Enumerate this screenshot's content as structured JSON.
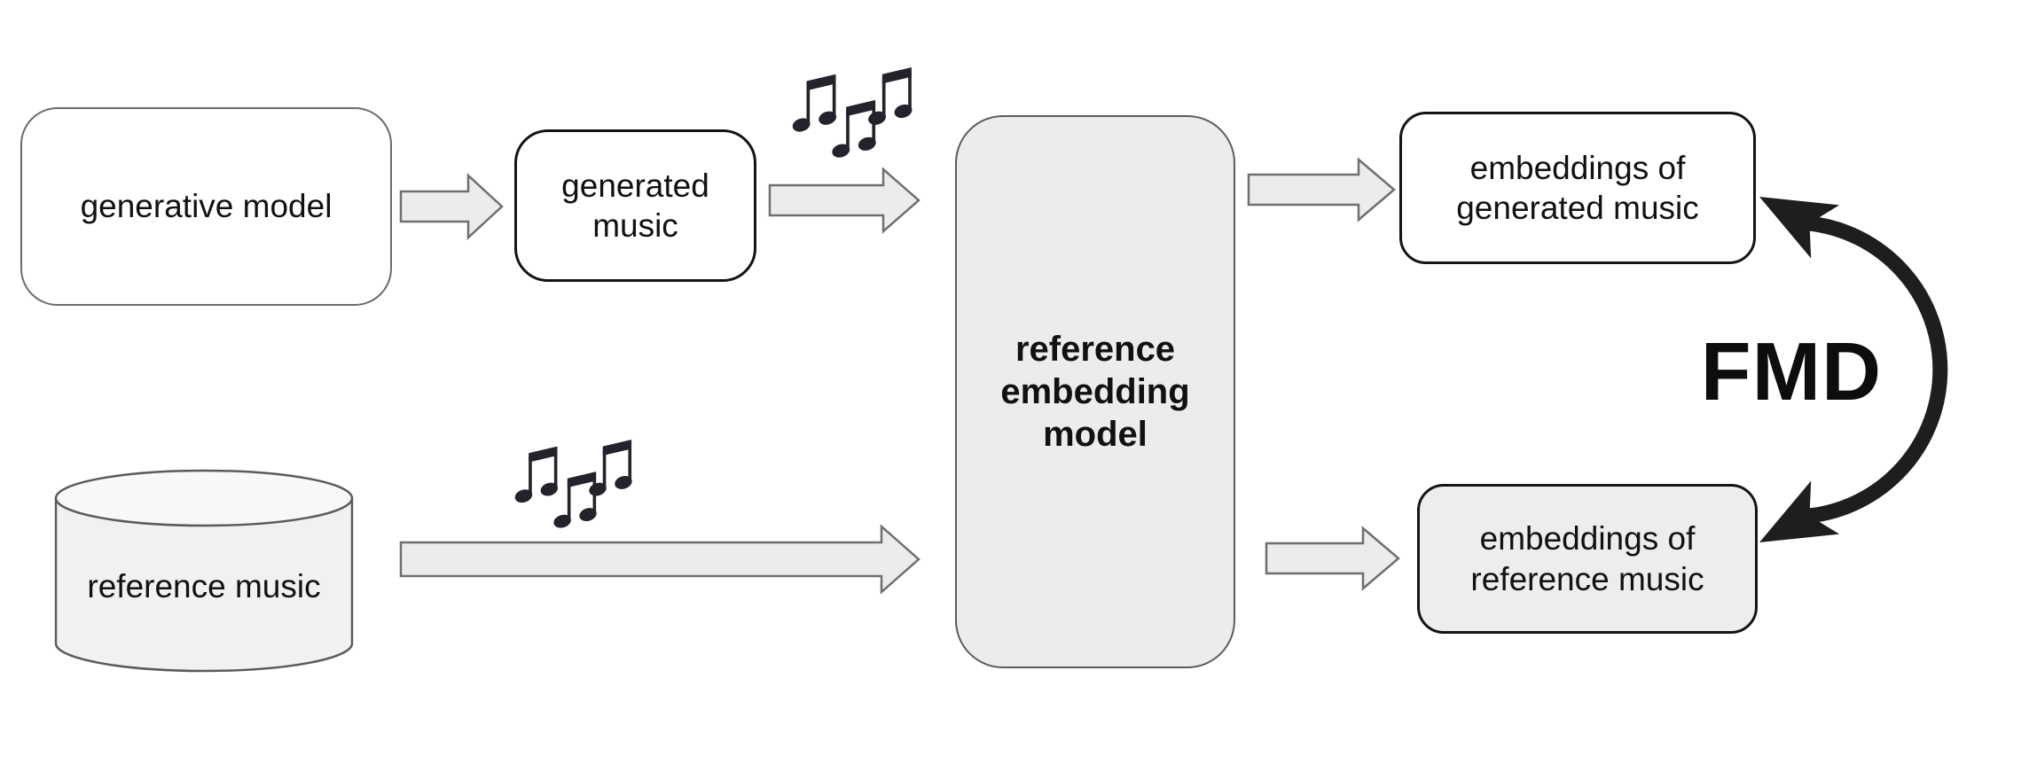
{
  "diagram": {
    "metric_label": "FMD",
    "nodes": {
      "generative_model": {
        "label": "generative model"
      },
      "generated_music": {
        "label": "generated music"
      },
      "reference_embedding_model": {
        "label": "reference embedding model"
      },
      "embeddings_generated": {
        "label": "embeddings of generated music"
      },
      "embeddings_reference": {
        "label": "embeddings of reference music"
      },
      "reference_music": {
        "label": "reference music"
      }
    },
    "icons": {
      "music_notes": "beamed-music-notes"
    },
    "colors": {
      "arrow_fill": "#ececec",
      "arrow_stroke": "#6f6f6f",
      "box_gray_fill": "#ececec",
      "box_gray_stroke": "#5c5c5c",
      "box_black_stroke": "#141414",
      "cylinder_fill": "#f1f1f1",
      "cylinder_top_fill": "#f8f8f8",
      "fmd_arrow_color": "#1e1e1e",
      "text_color": "#111111"
    }
  }
}
